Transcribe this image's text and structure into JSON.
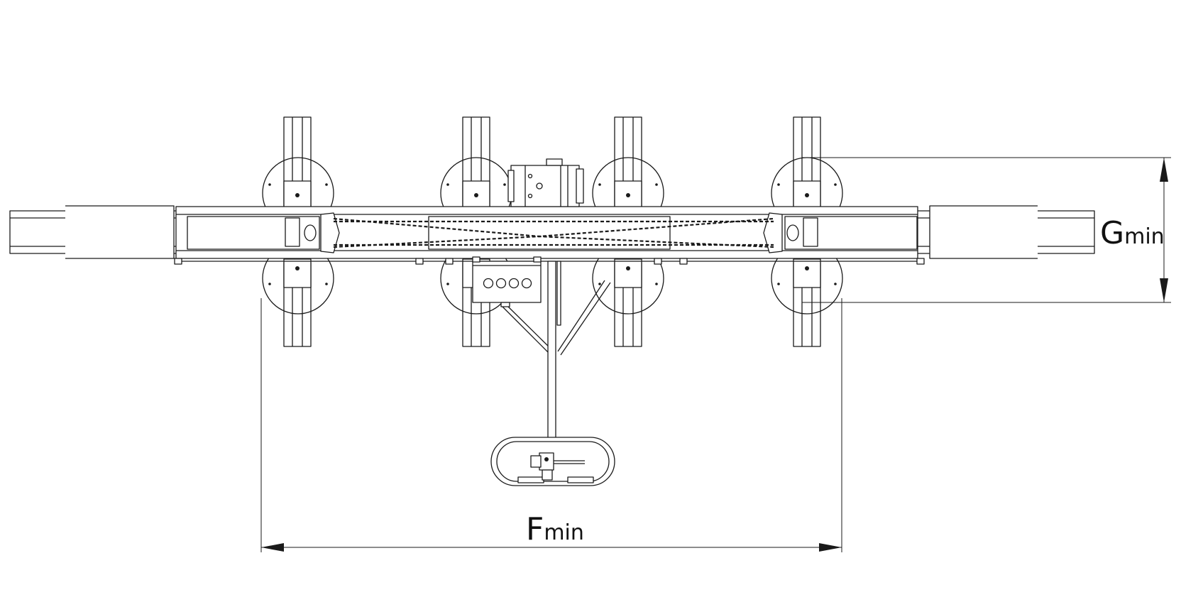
{
  "dimensions": {
    "f": {
      "letter": "F",
      "subscript": "min"
    },
    "g": {
      "letter": "G",
      "subscript": "min"
    }
  }
}
